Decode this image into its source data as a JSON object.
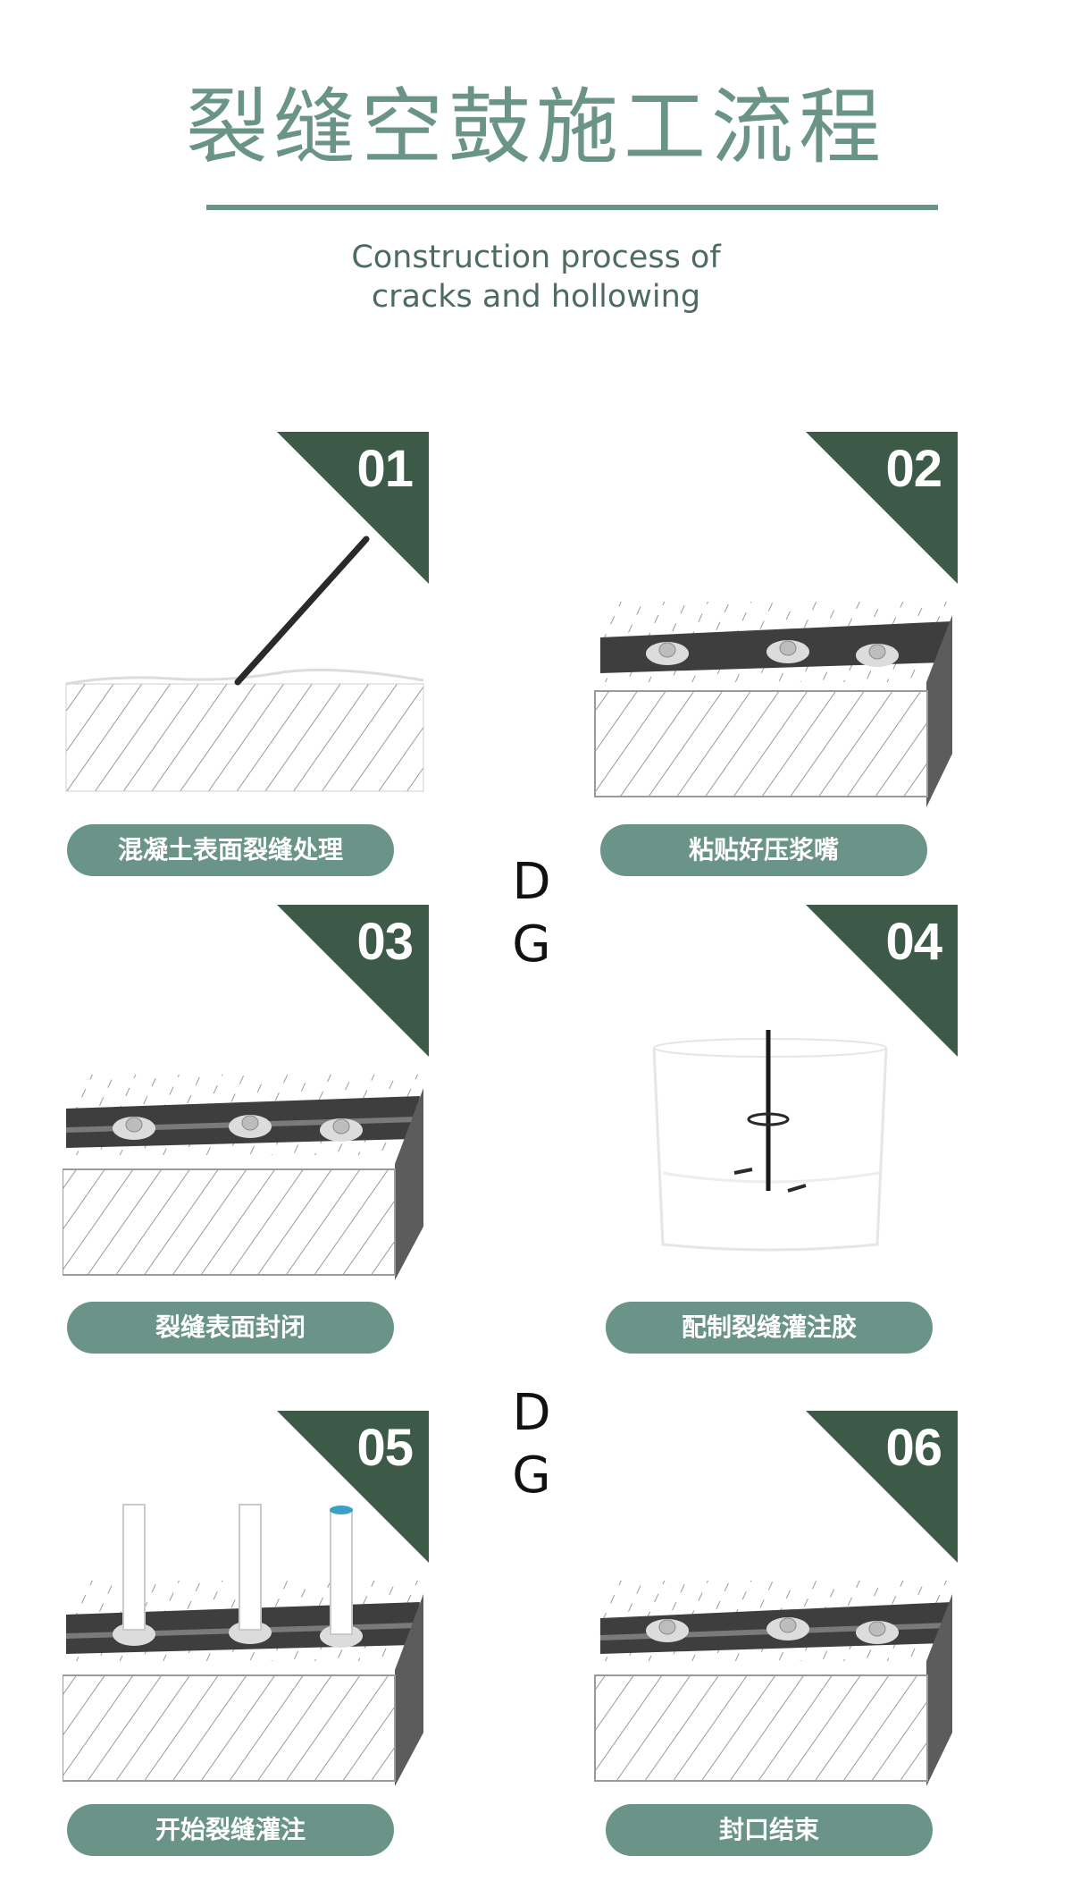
{
  "header": {
    "title": "裂缝空鼓施工流程",
    "subtitle_line1": "Construction process of",
    "subtitle_line2": "cracks and hollowing"
  },
  "steps": [
    {
      "number": "01",
      "label": "混凝土表面裂缝处理"
    },
    {
      "number": "02",
      "label": "粘贴好压浆嘴"
    },
    {
      "number": "03",
      "label": "裂缝表面封闭"
    },
    {
      "number": "04",
      "label": "配制裂缝灌注胶"
    },
    {
      "number": "05",
      "label": "开始裂缝灌注"
    },
    {
      "number": "06",
      "label": "封口结束"
    }
  ],
  "watermark": {
    "line1": "D",
    "line2": "G"
  },
  "colors": {
    "accent": "#6a9487",
    "corner": "#3d5a49",
    "text_dark": "#4d6b5f"
  }
}
